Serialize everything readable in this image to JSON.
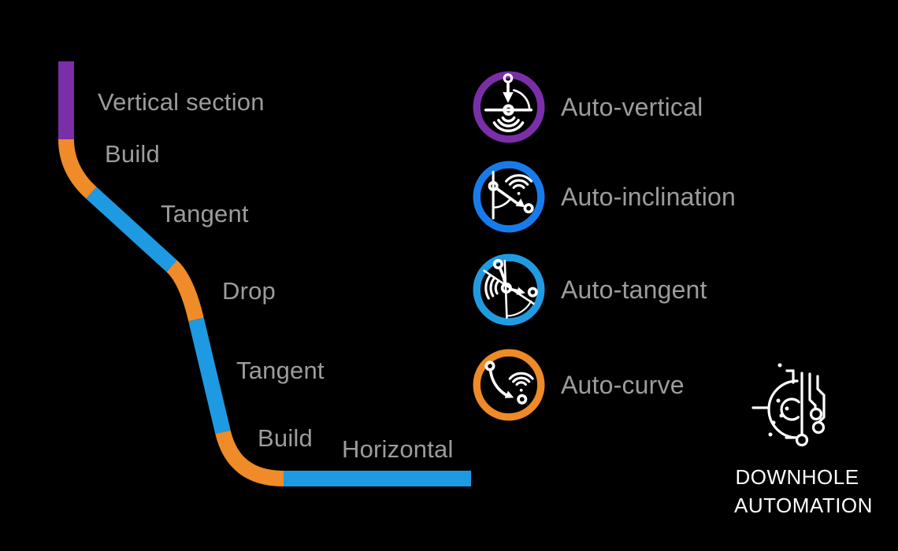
{
  "canvas": {
    "background": "#000000"
  },
  "colors": {
    "purple": "#7A2FA8",
    "orange": "#EF8B28",
    "blue": "#1E9AE2",
    "inclination_blue": "#187BEA",
    "label_gray": "#9C9C9C",
    "icon_white": "#FFFFFF"
  },
  "trajectory": {
    "labels": [
      {
        "text": "Vertical section"
      },
      {
        "text": "Build"
      },
      {
        "text": "Tangent"
      },
      {
        "text": "Drop"
      },
      {
        "text": "Tangent"
      },
      {
        "text": "Build"
      },
      {
        "text": "Horizontal"
      }
    ],
    "segments": [
      {
        "name": "vertical-section",
        "color": "#7A2FA8"
      },
      {
        "name": "build-1",
        "color": "#EF8B28"
      },
      {
        "name": "tangent-1",
        "color": "#1E9AE2"
      },
      {
        "name": "drop",
        "color": "#EF8B28"
      },
      {
        "name": "tangent-2",
        "color": "#1E9AE2"
      },
      {
        "name": "build-2",
        "color": "#EF8B28"
      },
      {
        "name": "horizontal",
        "color": "#1E9AE2"
      }
    ]
  },
  "legend": {
    "items": [
      {
        "label": "Auto-vertical",
        "ring_color": "#7A2FA8"
      },
      {
        "label": "Auto-inclination",
        "ring_color": "#187BEA"
      },
      {
        "label": "Auto-tangent",
        "ring_color": "#209BE2"
      },
      {
        "label": "Auto-curve",
        "ring_color": "#EE8A28"
      }
    ]
  },
  "logo": {
    "line1": "DOWNHOLE",
    "line2": "AUTOMATION"
  }
}
